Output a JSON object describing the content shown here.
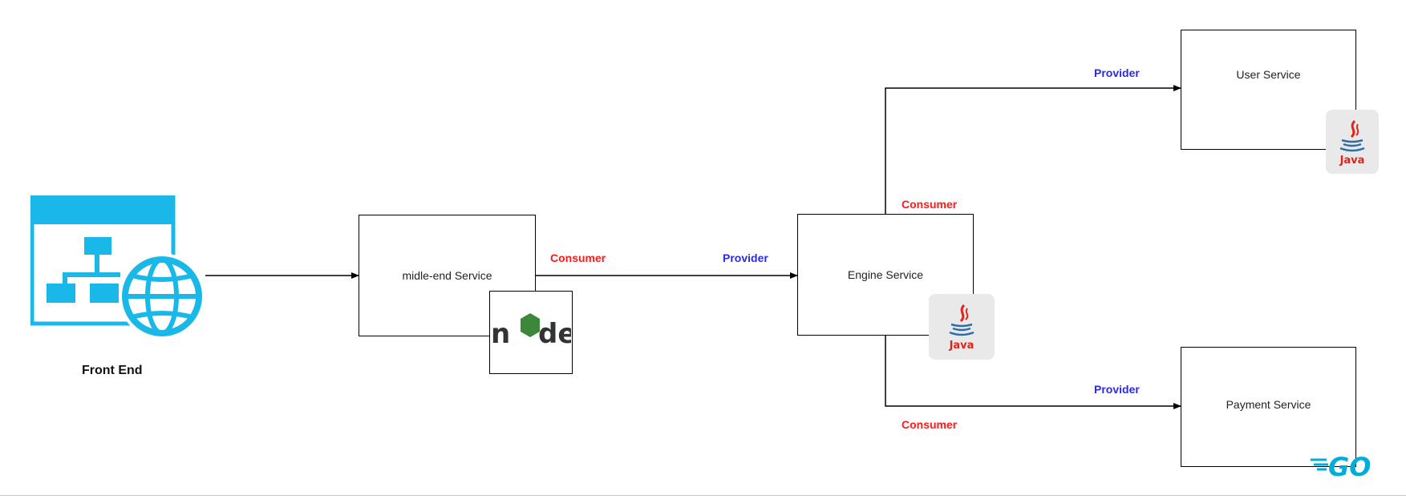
{
  "nodes": {
    "front_end": {
      "label": "Front End",
      "icon": "web-app-globe-icon"
    },
    "middle_end": {
      "label": "midle-end Service",
      "logo": "nodejs-logo",
      "logo_text": "node"
    },
    "engine": {
      "label": "Engine Service",
      "logo": "java-logo",
      "logo_text": "Java"
    },
    "user": {
      "label": "User Service",
      "logo": "java-logo",
      "logo_text": "Java"
    },
    "payment": {
      "label": "Payment Service",
      "logo": "go-logo",
      "logo_text": "GO"
    }
  },
  "edges": {
    "middle_to_engine": {
      "from_label": "Consumer",
      "to_label": "Provider"
    },
    "engine_to_user": {
      "from_label": "Consumer",
      "to_label": "Provider"
    },
    "engine_to_payment": {
      "from_label": "Consumer",
      "to_label": "Provider"
    }
  },
  "colors": {
    "consumer": "#ff1a1a",
    "provider": "#2a2ae8",
    "front_end_icon": "#1ab8e8",
    "node_green": "#3c873a",
    "java_red": "#e0241b",
    "go_blue": "#00add8"
  }
}
